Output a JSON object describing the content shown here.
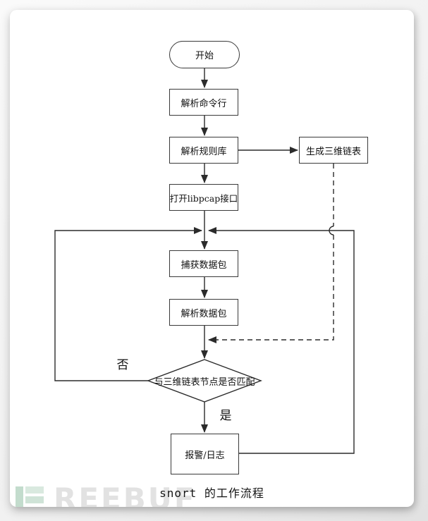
{
  "page": {
    "caption": "snort 的工作流程"
  },
  "watermark": {
    "text": "REEBUF",
    "logo_color": "#c3dccd",
    "text_color": "#e2e2e2"
  },
  "flowchart": {
    "colors": {
      "line": "#2b2b2b",
      "border": "#3a3a3a",
      "fill": "#ffffff",
      "text": "#101010"
    },
    "nodes": {
      "start": {
        "label": "开始",
        "type": "terminator"
      },
      "parse_cmdline": {
        "label": "解析命令行",
        "type": "process"
      },
      "parse_rules": {
        "label": "解析规则库",
        "type": "process"
      },
      "gen_3d_list": {
        "label": "生成三维链表",
        "type": "process"
      },
      "open_libpcap": {
        "label": "打开libpcap接口",
        "type": "process"
      },
      "capture_packet": {
        "label": "捕获数据包",
        "type": "process"
      },
      "decode_packet": {
        "label": "解析数据包",
        "type": "process"
      },
      "match_3d_list": {
        "label": "与三维链表节点是否匹配",
        "type": "decision"
      },
      "alert_log": {
        "label": "报警/日志",
        "type": "process"
      }
    },
    "edge_labels": {
      "no": "否",
      "yes": "是"
    }
  }
}
